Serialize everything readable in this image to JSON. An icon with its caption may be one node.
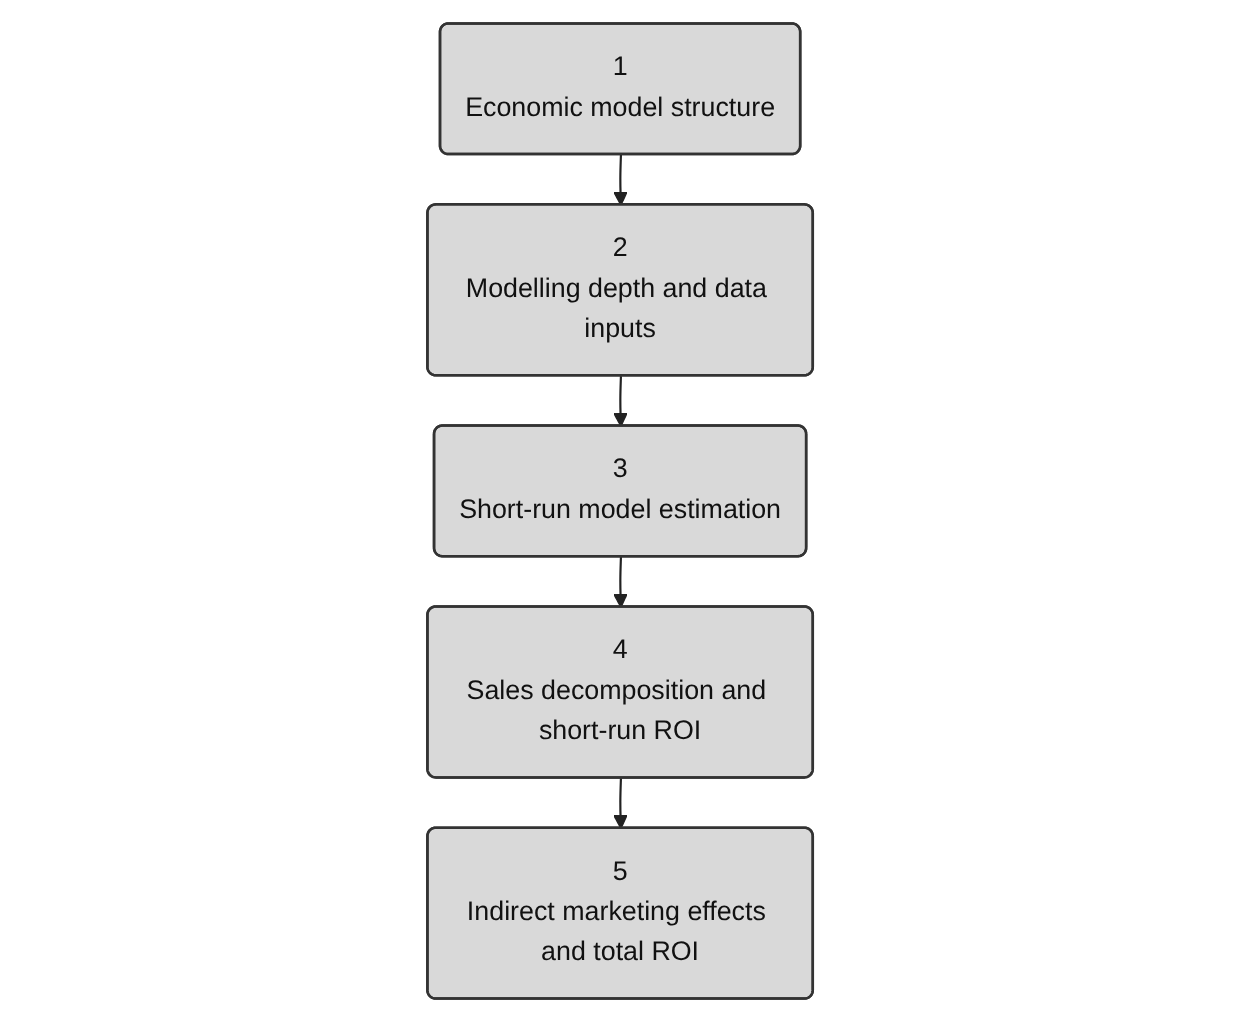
{
  "diagram": {
    "nodes": [
      {
        "text": [
          "1",
          "Economic model structure"
        ]
      },
      {
        "text": [
          "2",
          "Modelling depth and data inputs"
        ]
      },
      {
        "text": [
          "3",
          "Short-run model estimation"
        ]
      },
      {
        "text": [
          "4",
          "Sales decomposition and short-run ROI"
        ]
      },
      {
        "text": [
          "5",
          "Indirect marketing effects and total ROI"
        ]
      }
    ],
    "edges": [
      {
        "from": 0,
        "to": 1,
        "arrow": "to"
      },
      {
        "from": 1,
        "to": 2,
        "arrow": "to"
      },
      {
        "from": 2,
        "to": 3,
        "arrow": "to"
      },
      {
        "from": 3,
        "to": 4,
        "arrow": "to"
      }
    ]
  }
}
